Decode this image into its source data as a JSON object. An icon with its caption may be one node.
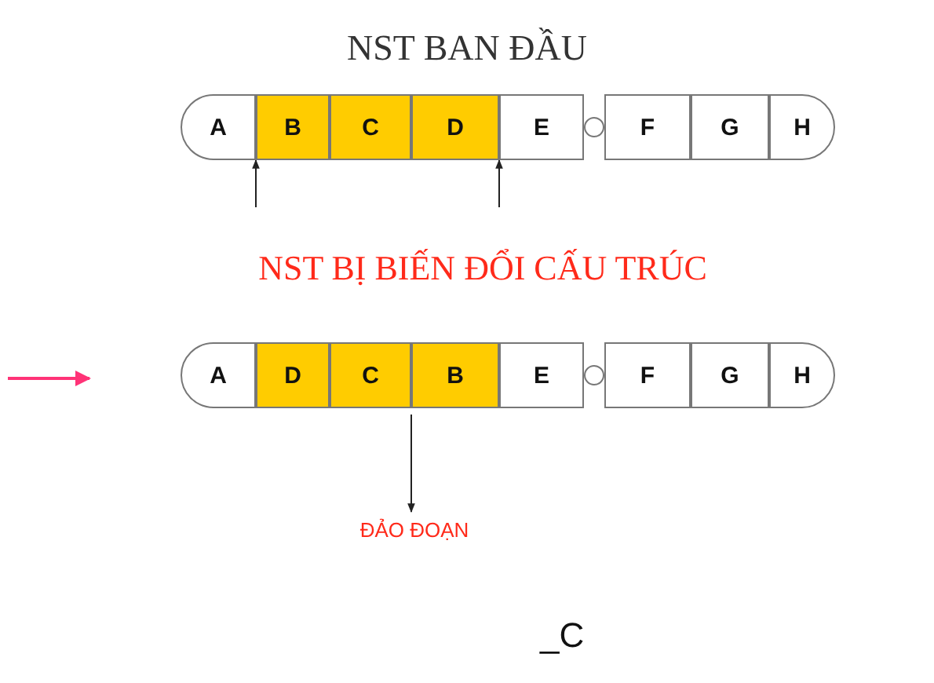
{
  "diagram": {
    "title": "NST BAN ĐẦU",
    "nodes": [
      {
        "text": [
          "A"
        ]
      },
      {
        "text": [
          "B"
        ]
      },
      {
        "text": [
          "C"
        ]
      },
      {
        "text": [
          "D"
        ]
      },
      {
        "text": [
          "E"
        ]
      },
      {
        "text": [
          "F"
        ]
      },
      {
        "text": [
          "G"
        ]
      },
      {
        "text": [
          "H"
        ]
      },
      {
        "text": [
          "A"
        ]
      },
      {
        "text": [
          "D"
        ]
      },
      {
        "text": [
          "C"
        ]
      },
      {
        "text": [
          "B"
        ]
      },
      {
        "text": [
          "E"
        ]
      },
      {
        "text": [
          "F"
        ]
      },
      {
        "text": [
          "G"
        ]
      },
      {
        "text": [
          "H"
        ]
      },
      {
        "text": [
          "ĐẢO ĐOẠN"
        ]
      }
    ],
    "edges": [
      {
        "from": null,
        "to": 1,
        "arrow": "to"
      },
      {
        "from": null,
        "to": 4,
        "arrow": "to"
      },
      {
        "from": 10,
        "to": 16,
        "arrow": "to"
      }
    ],
    "labels": [
      "NST BỊ BIẾN ĐỔI CẤU TRÚC",
      "_C"
    ]
  }
}
